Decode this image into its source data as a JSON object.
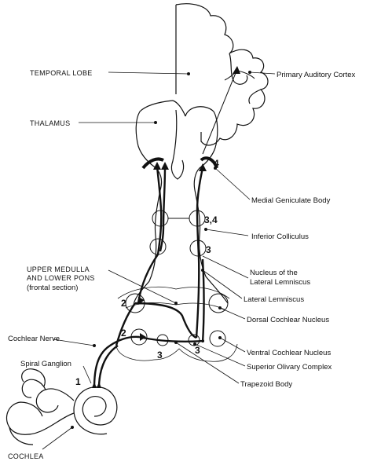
{
  "labels": {
    "temporal_lobe": "TEMPORAL LOBE",
    "primary_auditory_cortex": "Primary Auditory Cortex",
    "thalamus": "THALAMUS",
    "medial_geniculate_body": "Medial Geniculate Body",
    "inferior_colliculus": "Inferior Colliculus",
    "upper_medulla_line1": "UPPER MEDULLA",
    "upper_medulla_line2": "AND LOWER PONS",
    "upper_medulla_line3": "(frontal section)",
    "nucleus_lateral_lemniscus_line1": "Nucleus of the",
    "nucleus_lateral_lemniscus_line2": "Lateral Lemniscus",
    "lateral_lemniscus": "Lateral Lemniscus",
    "dorsal_cochlear_nucleus": "Dorsal Cochlear Nucleus",
    "cochlear_nerve": "Cochlear Nerve",
    "ventral_cochlear_nucleus": "Ventral Cochlear Nucleus",
    "spiral_ganglion": "Spiral Ganglion",
    "superior_olivary_complex": "Superior Olivary Complex",
    "trapezoid_body": "Trapezoid Body",
    "cochlea": "COCHLEA"
  },
  "neuron_order_markers": {
    "spiral_ganglion": "1",
    "dorsal_cochlear": "2",
    "ventral_cochlear": "2",
    "superior_olive": "3",
    "olive_right": "3",
    "lemniscus_nucleus": "3",
    "inferior_colliculus": "3,4",
    "medial_geniculate": "4"
  }
}
